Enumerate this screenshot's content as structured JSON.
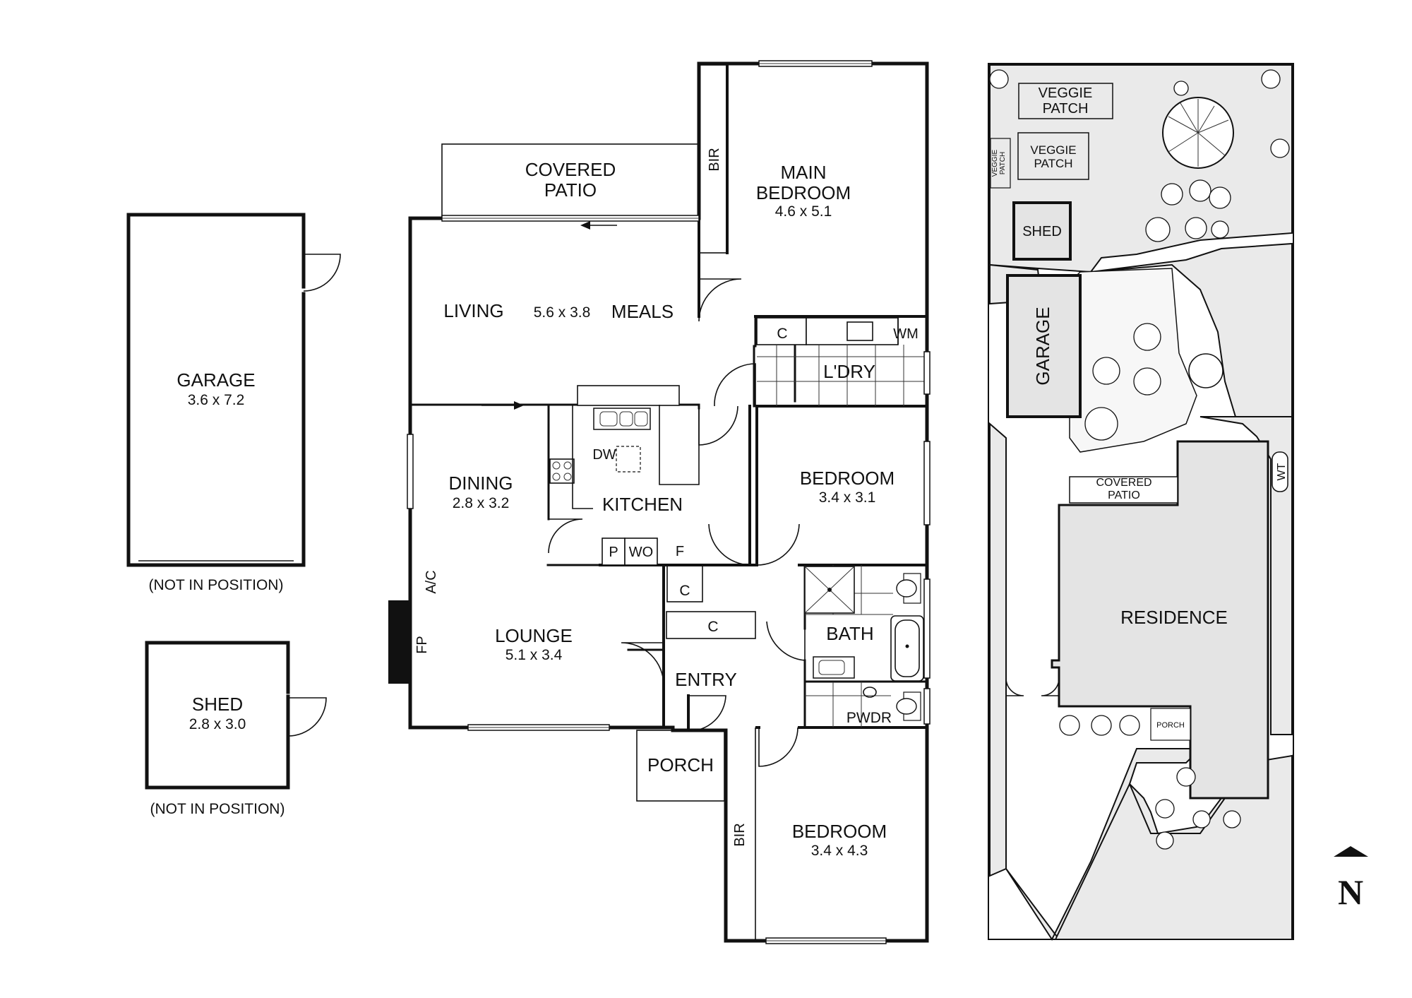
{
  "floor_plan": {
    "rooms": {
      "covered_patio": "COVERED\nPATIO",
      "main_bedroom": "MAIN\nBEDROOM",
      "main_bedroom_size": "4.6 x 5.1",
      "bir_top": "BIR",
      "living": "LIVING",
      "living_meals_size": "5.6 x 3.8",
      "meals": "MEALS",
      "cupboard_laundry": "C",
      "wm": "WM",
      "laundry": "L'DRY",
      "dw": "DW",
      "dining": "DINING",
      "dining_size": "2.8 x 3.2",
      "kitchen": "KITCHEN",
      "bedroom_2": "BEDROOM",
      "bedroom_2_size": "3.4 x 3.1",
      "pantry": "P",
      "wall_oven": "WO",
      "fridge": "F",
      "ac": "A/C",
      "cupboard_1": "C",
      "cupboard_2": "C",
      "fireplace": "FP",
      "lounge": "LOUNGE",
      "lounge_size": "5.1 x 3.4",
      "bath": "BATH",
      "entry": "ENTRY",
      "powder": "PWDR",
      "porch": "PORCH",
      "bir_bottom": "BIR",
      "bedroom_3": "BEDROOM",
      "bedroom_3_size": "3.4 x 4.3"
    },
    "outbuildings": {
      "garage": "GARAGE",
      "garage_size": "3.6 x 7.2",
      "garage_note": "(NOT IN POSITION)",
      "shed": "SHED",
      "shed_size": "2.8 x 3.0",
      "shed_note": "(NOT IN POSITION)"
    }
  },
  "site_plan": {
    "veggie_patch_1": "VEGGIE\nPATCH",
    "veggie_patch_2": "VEGGIE\nPATCH",
    "veggie_patch_3": "VEGGIE\nPATCH",
    "shed": "SHED",
    "garage": "GARAGE",
    "wt": "WT",
    "covered_patio": "COVERED\nPATIO",
    "residence": "RESIDENCE",
    "porch": "PORCH"
  },
  "compass": {
    "label": "N"
  },
  "colors": {
    "line": "#111111",
    "land": "#eaeaea",
    "building": "#e4e4e4"
  }
}
